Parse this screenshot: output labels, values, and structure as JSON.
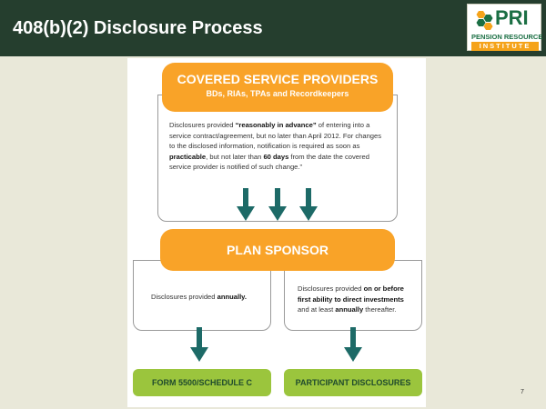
{
  "slide": {
    "title": "408(b)(2) Disclosure Process",
    "page_number": "7"
  },
  "logo": {
    "name": "PRI",
    "line1": "PENSION RESOURCE",
    "line2": "INSTITUTE",
    "colors": {
      "green": "#1b6f44",
      "orange": "#f5a31a"
    }
  },
  "diagram": {
    "top_box": {
      "title": "COVERED SERVICE PROVIDERS",
      "subtitle": "BDs, RIAs, TPAs and Recordkeepers",
      "text": {
        "p1": "Disclosures provided ",
        "p1_bold": "“reasonably in advance”",
        "p2": " of entering into a service contract/agreement, but no later than ",
        "p2_month": "April",
        "p2_year": " 2012.",
        "p3": " For changes to the disclosed information, notification is required as soon as ",
        "p3_bold": "practicable",
        "p4": ", but not later than ",
        "p4_bold": "60 days",
        "p5": " from the date the covered service provider is notified of such change.”"
      }
    },
    "middle_box": {
      "title": "PLAN SPONSOR"
    },
    "left_box": {
      "text": "Disclosures provided ",
      "text_bold": "annually."
    },
    "right_box": {
      "p1": "Disclosures provided ",
      "p1_bold": "on or before first ability to direct investments",
      "p2": " and at least ",
      "p2_bold": "annually",
      "p3": " thereafter."
    },
    "bottom_left": {
      "label": "FORM 5500/SCHEDULE C"
    },
    "bottom_right": {
      "label": "PARTICIPANT DISCLOSURES"
    },
    "colors": {
      "orange": "#f9a328",
      "green": "#9bc53d",
      "arrow": "#1d6a67",
      "header": "#253e2e"
    }
  }
}
